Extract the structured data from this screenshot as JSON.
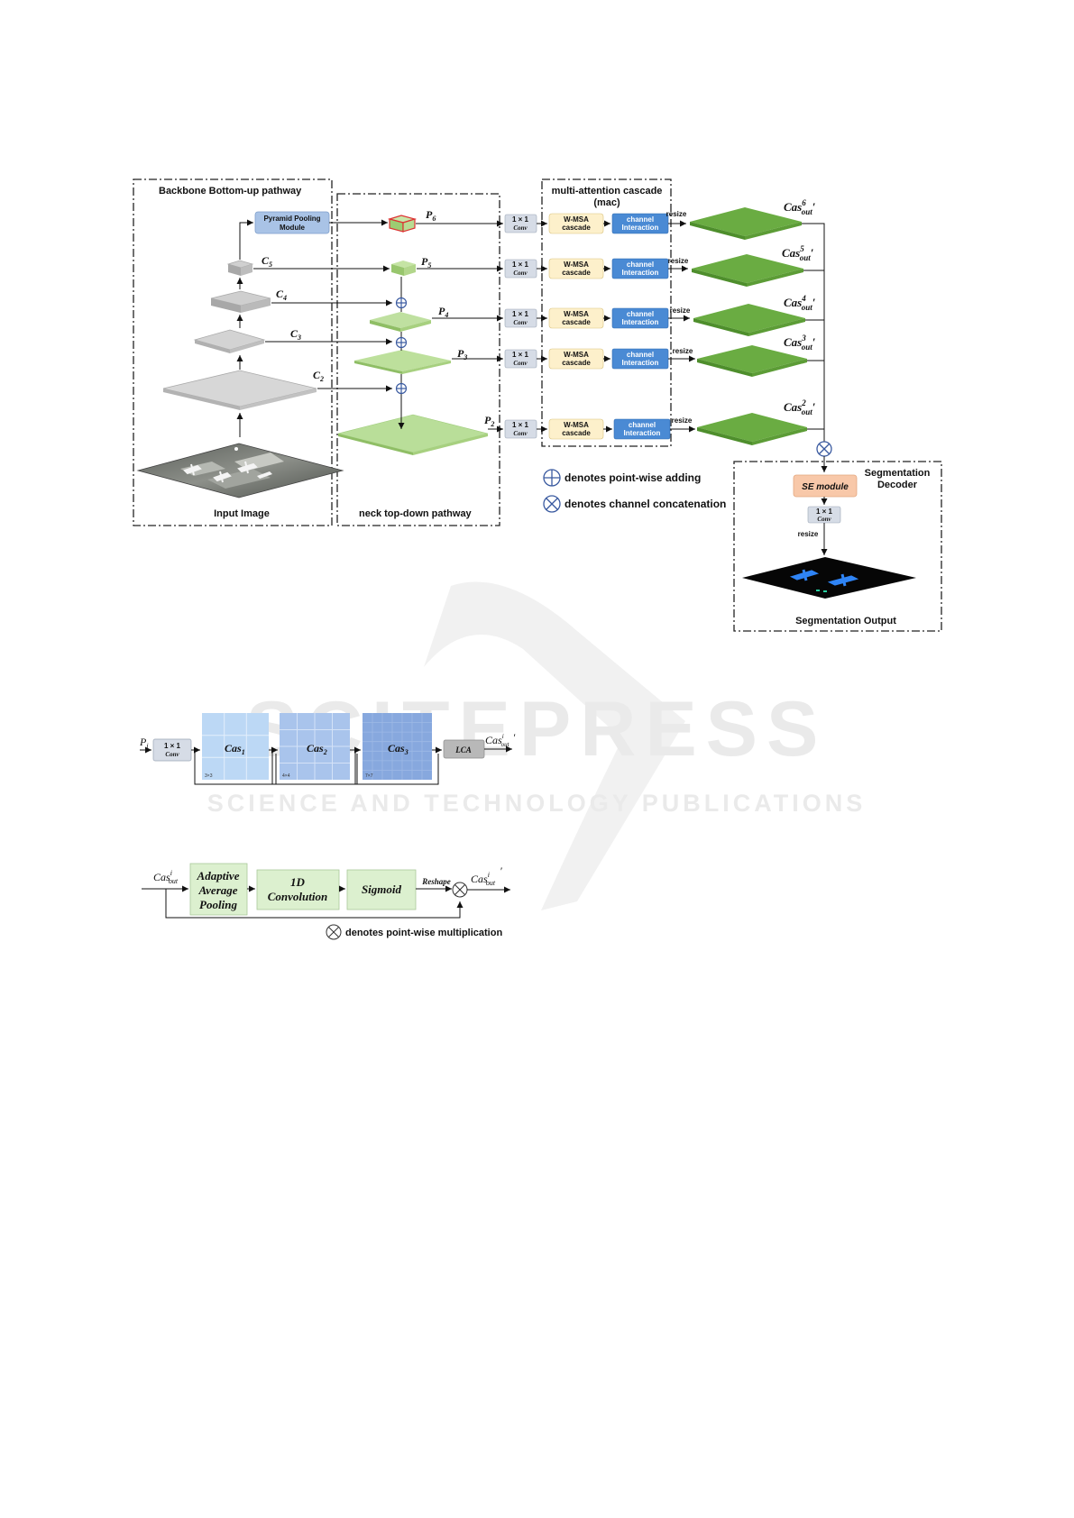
{
  "watermark": {
    "main": "SCITEPRESS",
    "sub": "SCIENCE AND TECHNOLOGY PUBLICATIONS"
  },
  "figure1": {
    "backbone_title": "Backbone  Bottom-up pathway",
    "neck_title": "neck  top-down pathway",
    "mac_title_1": "multi-attention cascade",
    "mac_title_2": "(mac)",
    "decoder_title_1": "Segmentation",
    "decoder_title_2": "Decoder",
    "ppm_1": "Pyramid Pooling",
    "ppm_2": "Module",
    "input_image": "Input Image",
    "c_labels": [
      {
        "base": "C",
        "sub": "5"
      },
      {
        "base": "C",
        "sub": "4"
      },
      {
        "base": "C",
        "sub": "3"
      },
      {
        "base": "C",
        "sub": "2"
      }
    ],
    "p_labels": [
      {
        "base": "P",
        "sub": "6"
      },
      {
        "base": "P",
        "sub": "5"
      },
      {
        "base": "P",
        "sub": "4"
      },
      {
        "base": "P",
        "sub": "3"
      },
      {
        "base": "P",
        "sub": "2"
      }
    ],
    "conv_1": "1 × 1",
    "conv_2": "Conv",
    "wmsa_1": "W-MSA",
    "wmsa_2": "cascade",
    "ci_1": "channel",
    "ci_2": "Interaction",
    "resize": "resize",
    "cas_base": "Cas",
    "cas_sub": "out",
    "cas_sups": [
      "6",
      "5",
      "4",
      "3",
      "2"
    ],
    "prime": "′",
    "legend_add": "denotes point-wise adding",
    "legend_concat": "denotes channel concatenation",
    "se_module": "SE module",
    "seg_output": "Segmentation Output"
  },
  "figure2": {
    "pi_base": "P",
    "pi_sub": "i",
    "conv_1": "1 × 1",
    "conv_2": "Conv",
    "cas_blocks": [
      {
        "base": "Cas",
        "sub": "1",
        "grid": "3×3"
      },
      {
        "base": "Cas",
        "sub": "2",
        "grid": "4×4"
      },
      {
        "base": "Cas",
        "sub": "3",
        "grid": "7×7"
      }
    ],
    "lca": "LCA",
    "out_base": "Cas",
    "out_sup": "i",
    "out_sub": "out",
    "prime": "′"
  },
  "figure3": {
    "in_base": "Cas",
    "in_sup": "i",
    "in_sub": "out",
    "aap_1": "Adaptive",
    "aap_2": "Average",
    "aap_3": "Pooling",
    "conv1d_1": "1D",
    "conv1d_2": "Convolution",
    "sigmoid": "Sigmoid",
    "reshape": "Reshape",
    "out_base": "Cas",
    "out_sup": "i",
    "out_sub": "out",
    "prime": "′",
    "legend_mult": "denotes point-wise multiplication"
  }
}
